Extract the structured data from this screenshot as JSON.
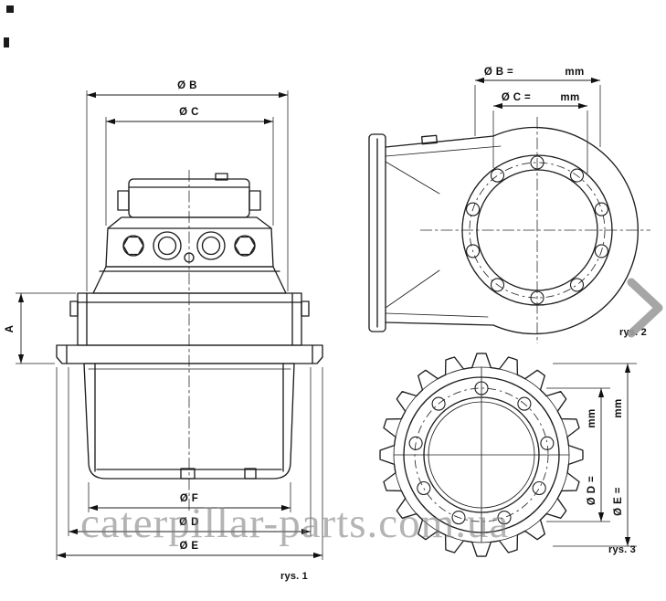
{
  "figure1": {
    "caption": "rys. 1",
    "dims": {
      "b": "Ø B",
      "c": "Ø C",
      "a": "A",
      "f": "Ø F",
      "d": "Ø D",
      "e": "Ø E"
    }
  },
  "figure2": {
    "caption": "rys. 2",
    "dim_b_label": "Ø B =",
    "dim_b_unit": "mm",
    "dim_c_label": "Ø C =",
    "dim_c_unit": "mm"
  },
  "figure3": {
    "caption": "rys. 3",
    "dim_d_label": "Ø D =",
    "dim_d_unit": "mm",
    "dim_e_label": "Ø E =",
    "dim_e_unit": "mm"
  },
  "watermark": {
    "text": "caterpillar-parts.com.ua",
    "color": "#787878"
  },
  "nav": {
    "next_icon": "chevron-right"
  },
  "colors": {
    "line": "#1e1e1e",
    "background": "#ffffff",
    "chevron": "#9c9c9c"
  }
}
